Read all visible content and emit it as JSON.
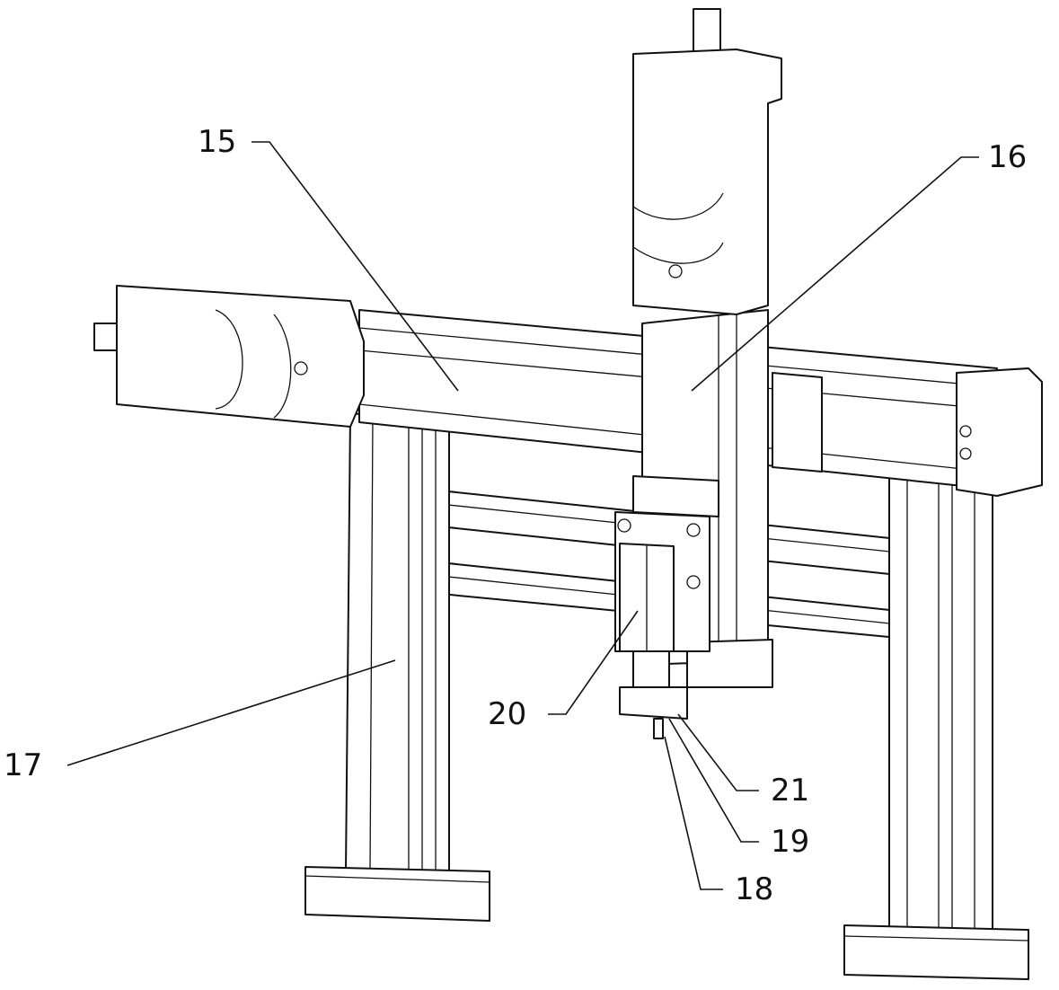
{
  "figure": {
    "labels": {
      "l15": "15",
      "l16": "16",
      "l17": "17",
      "l18": "18",
      "l19": "19",
      "l20": "20",
      "l21": "21"
    },
    "stroke_color": "#111111",
    "background_color": "#ffffff"
  }
}
